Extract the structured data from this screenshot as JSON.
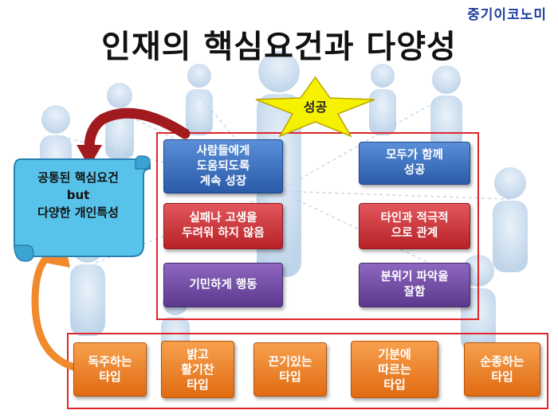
{
  "brand": "중기이코노미",
  "title": "인재의 핵심요건과 다양성",
  "star": {
    "label": "성공"
  },
  "scroll": {
    "line1": "공통된 핵심요건",
    "line2": "but",
    "line3": "다양한 개인특성"
  },
  "left_boxes": [
    {
      "text": "사람들에게\n도움되도록\n계속 성장",
      "color": "#2a5aa8"
    },
    {
      "text": "실패나 고생을\n두려워 하지 않음",
      "color": "#b72227"
    },
    {
      "text": "기민하게 행동",
      "color": "#5b3a8e"
    }
  ],
  "right_boxes": [
    {
      "text": "모두가 함께\n성공",
      "color": "#2a5aa8"
    },
    {
      "text": "타인과 적극적\n으로 관계",
      "color": "#b72227"
    },
    {
      "text": "분위기 파악을\n잘함",
      "color": "#5b3a8e"
    }
  ],
  "types": [
    {
      "text": "독주하는\n타입"
    },
    {
      "text": "밝고\n활기찬\n타입"
    },
    {
      "text": "끈기있는\n타입"
    },
    {
      "text": "기분에\n따르는\n타입"
    },
    {
      "text": "순종하는\n타입"
    }
  ],
  "colors": {
    "frame": "#e0262b",
    "arrow_dark_red": "#a11a1d",
    "arrow_orange": "#f08a2c",
    "scroll_fill": "#58c3ea",
    "star_fill": "#f6f100",
    "brand": "#1f3e9e"
  }
}
